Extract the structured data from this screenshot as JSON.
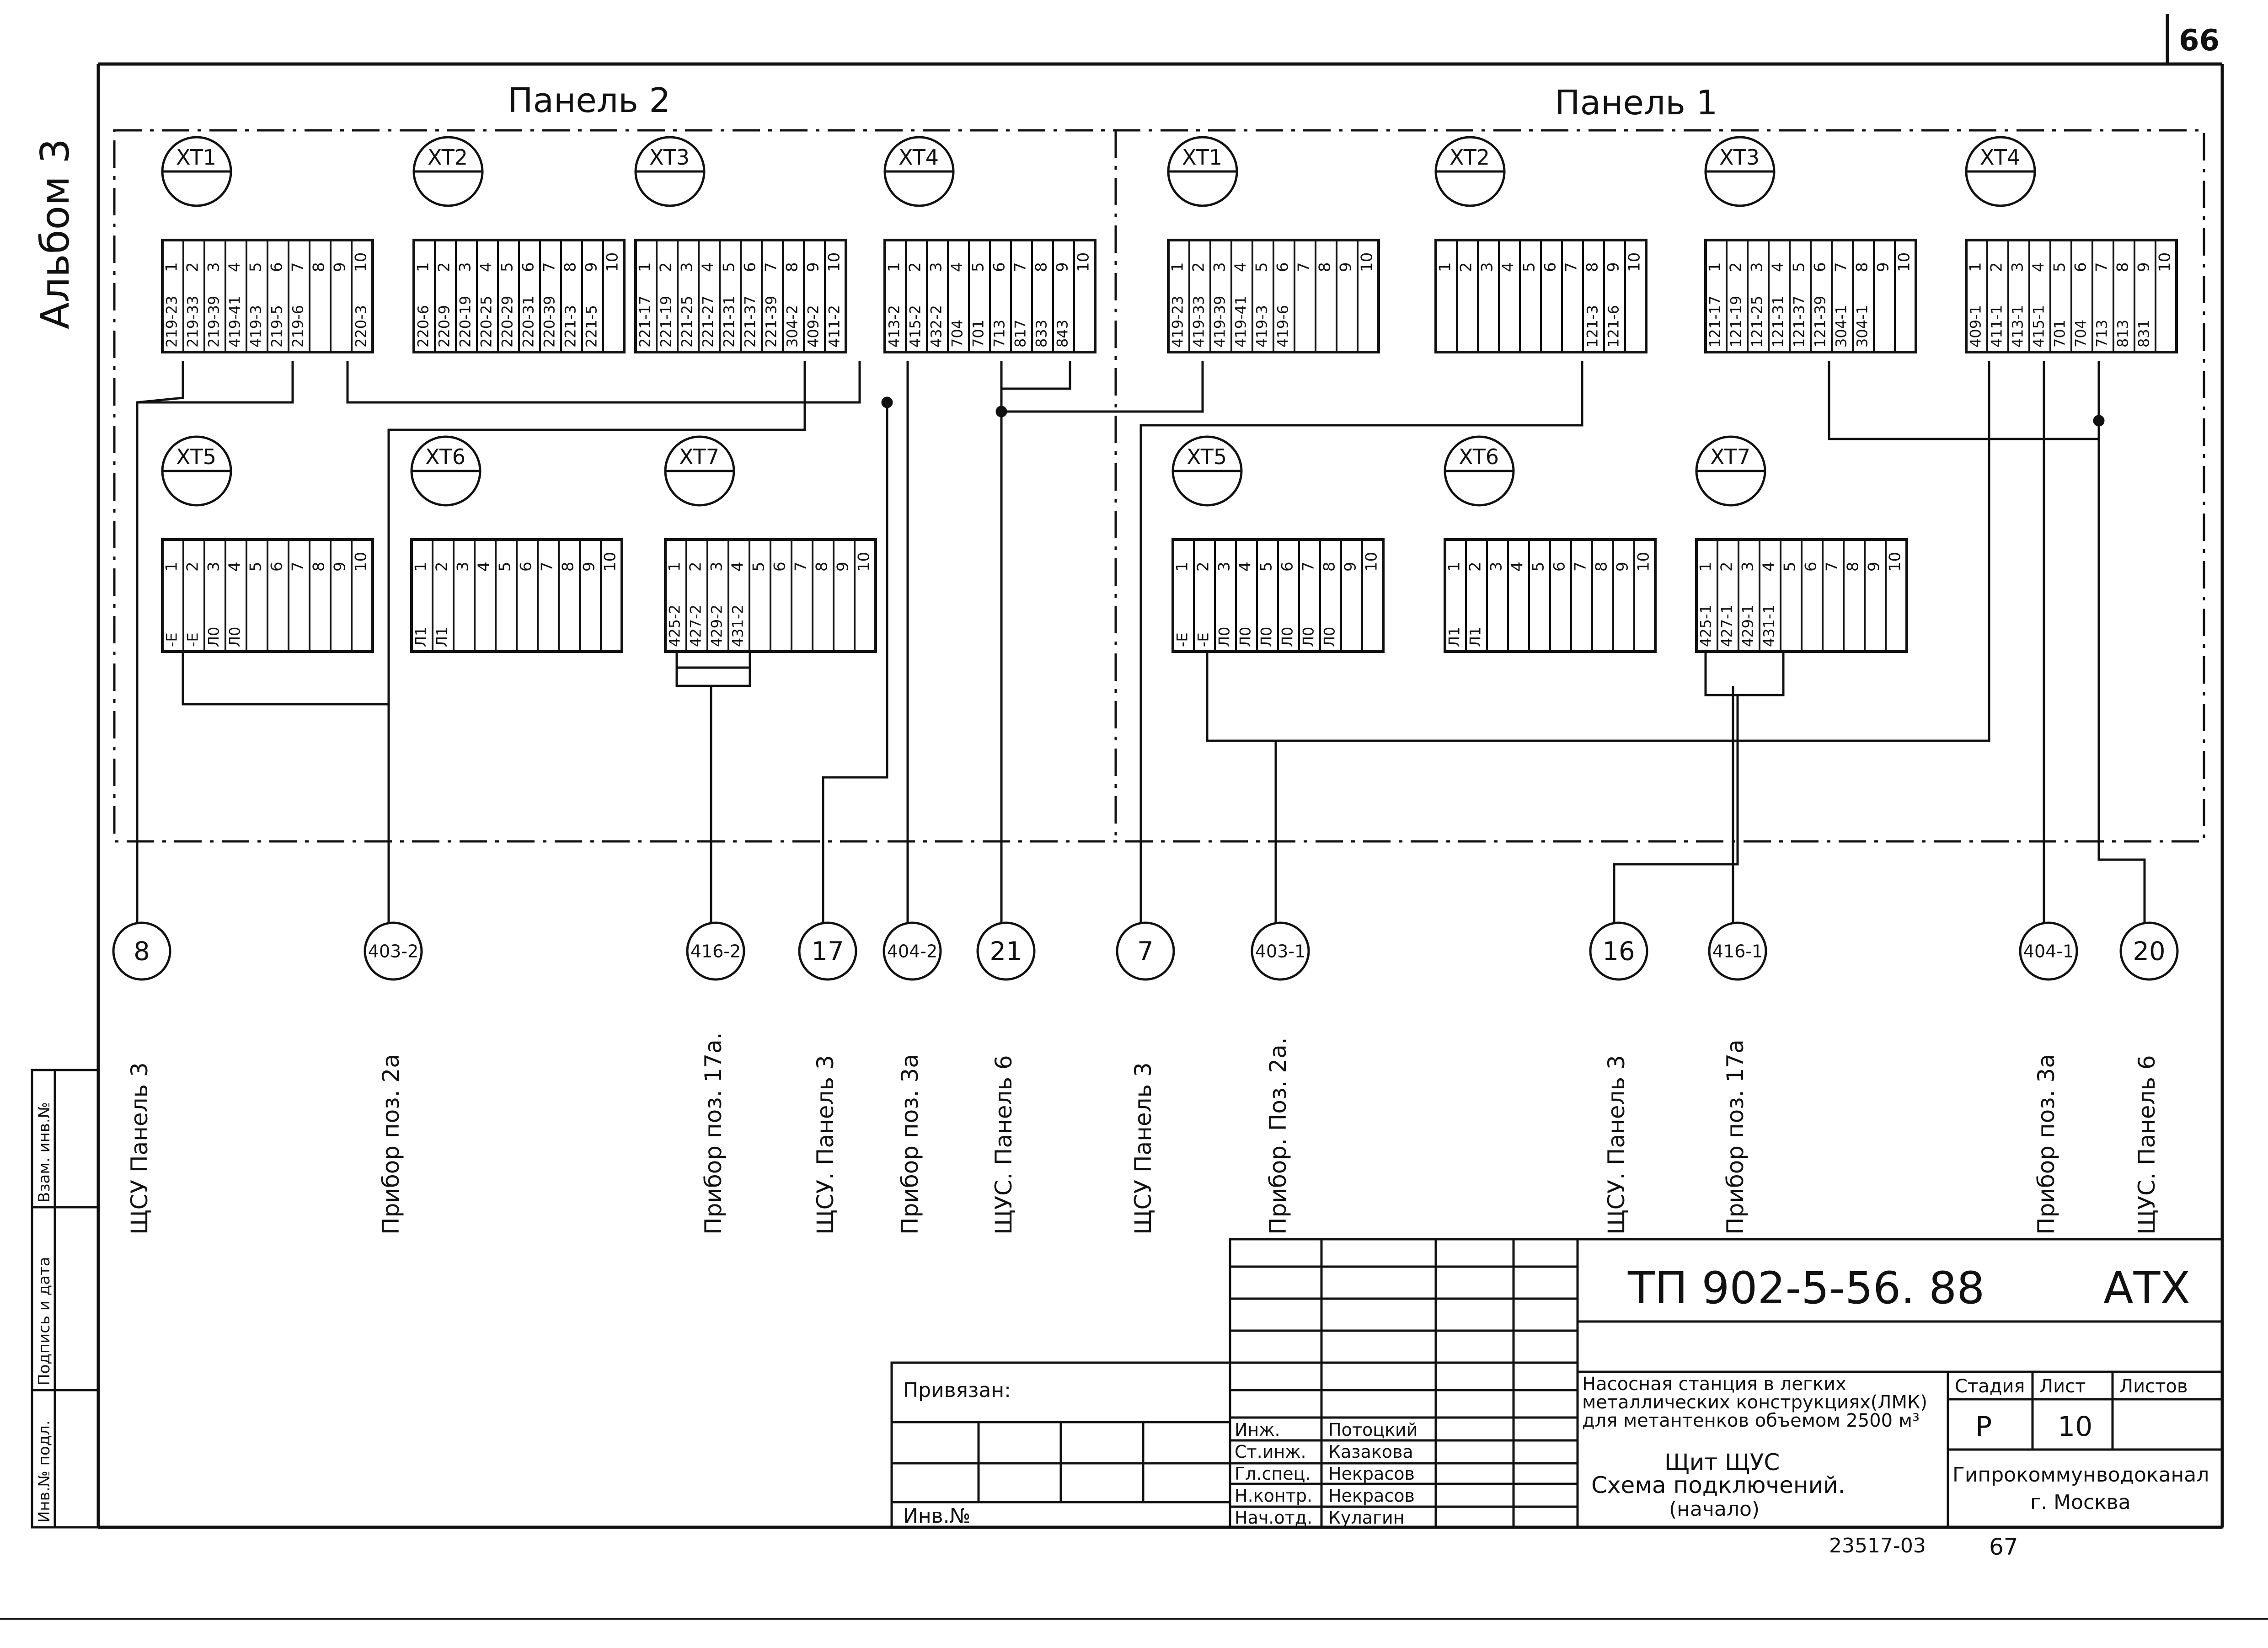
{
  "sheet": {
    "page_number": "66",
    "album": "Альбом 3",
    "panel_left_title": "Панель 2",
    "panel_right_title": "Панель 1"
  },
  "panel2": {
    "XT1": {
      "label": "XT1",
      "cols": [
        "1",
        "2",
        "3",
        "4",
        "5",
        "6",
        "7",
        "8",
        "9",
        "10"
      ],
      "wires": [
        "219-23",
        "219-33",
        "219-39",
        "419-41",
        "419-3",
        "219-5",
        "219-6",
        "",
        "",
        "220-3"
      ]
    },
    "XT2": {
      "label": "XT2",
      "cols": [
        "1",
        "2",
        "3",
        "4",
        "5",
        "6",
        "7",
        "8",
        "9",
        "10"
      ],
      "wires": [
        "220-6",
        "220-9",
        "220-19",
        "220-25",
        "220-29",
        "220-31",
        "220-39",
        "221-3",
        "221-5",
        ""
      ]
    },
    "XT3": {
      "label": "XT3",
      "cols": [
        "1",
        "2",
        "3",
        "4",
        "5",
        "6",
        "7",
        "8",
        "9",
        "10"
      ],
      "wires": [
        "221-17",
        "221-19",
        "221-25",
        "221-27",
        "221-31",
        "221-37",
        "221-39",
        "304-2",
        "409-2",
        "411-2"
      ]
    },
    "XT4": {
      "label": "XT4",
      "cols": [
        "1",
        "2",
        "3",
        "4",
        "5",
        "6",
        "7",
        "8",
        "9",
        "10"
      ],
      "wires": [
        "413-2",
        "415-2",
        "432-2",
        "704",
        "701",
        "713",
        "817",
        "833",
        "843",
        ""
      ]
    },
    "XT5": {
      "label": "XT5",
      "cols": [
        "1",
        "2",
        "3",
        "4",
        "5",
        "6",
        "7",
        "8",
        "9",
        "10"
      ],
      "wires": [
        "-E",
        "-E",
        "Л0",
        "Л0",
        "",
        "",
        "",
        "",
        "",
        ""
      ]
    },
    "XT6": {
      "label": "XT6",
      "cols": [
        "1",
        "2",
        "3",
        "4",
        "5",
        "6",
        "7",
        "8",
        "9",
        "10"
      ],
      "wires": [
        "Л1",
        "Л1",
        "",
        "",
        "",
        "",
        "",
        "",
        "",
        ""
      ]
    },
    "XT7": {
      "label": "XT7",
      "cols": [
        "1",
        "2",
        "3",
        "4",
        "5",
        "6",
        "7",
        "8",
        "9",
        "10"
      ],
      "wires": [
        "425-2",
        "427-2",
        "429-2",
        "431-2",
        "",
        "",
        "",
        "",
        "",
        ""
      ]
    }
  },
  "panel1": {
    "XT1": {
      "label": "XT1",
      "cols": [
        "1",
        "2",
        "3",
        "4",
        "5",
        "6",
        "7",
        "8",
        "9",
        "10"
      ],
      "wires": [
        "419-23",
        "419-33",
        "419-39",
        "419-41",
        "419-3",
        "419-6",
        "",
        "",
        "",
        ""
      ]
    },
    "XT2": {
      "label": "XT2",
      "cols": [
        "1",
        "2",
        "3",
        "4",
        "5",
        "6",
        "7",
        "8",
        "9",
        "10"
      ],
      "wires": [
        "",
        "",
        "",
        "",
        "",
        "",
        "",
        "121-3",
        "121-6",
        ""
      ]
    },
    "XT3": {
      "label": "XT3",
      "cols": [
        "1",
        "2",
        "3",
        "4",
        "5",
        "6",
        "7",
        "8",
        "9",
        "10"
      ],
      "wires": [
        "121-17",
        "121-19",
        "121-25",
        "121-31",
        "121-37",
        "121-39",
        "304-1",
        "304-1",
        "",
        ""
      ]
    },
    "XT4": {
      "label": "XT4",
      "cols": [
        "1",
        "2",
        "3",
        "4",
        "5",
        "6",
        "7",
        "8",
        "9",
        "10"
      ],
      "wires": [
        "409-1",
        "411-1",
        "413-1",
        "415-1",
        "701",
        "704",
        "713",
        "813",
        "831",
        ""
      ]
    },
    "XT5": {
      "label": "XT5",
      "cols": [
        "1",
        "2",
        "3",
        "4",
        "5",
        "6",
        "7",
        "8",
        "9",
        "10"
      ],
      "wires": [
        "-E",
        "-E",
        "Л0",
        "Л0",
        "Л0",
        "Л0",
        "Л0",
        "Л0",
        "",
        ""
      ]
    },
    "XT6": {
      "label": "XT6",
      "cols": [
        "1",
        "2",
        "3",
        "4",
        "5",
        "6",
        "7",
        "8",
        "9",
        "10"
      ],
      "wires": [
        "Л1",
        "Л1",
        "",
        "",
        "",
        "",
        "",
        "",
        "",
        ""
      ]
    },
    "XT7": {
      "label": "XT7",
      "cols": [
        "1",
        "2",
        "3",
        "4",
        "5",
        "6",
        "7",
        "8",
        "9",
        "10"
      ],
      "wires": [
        "425-1",
        "427-1",
        "429-1",
        "431-1",
        "",
        "",
        "",
        "",
        "",
        ""
      ]
    }
  },
  "cables": [
    {
      "num": "8",
      "dest": "ЩСУ  Панель 3"
    },
    {
      "num": "403-2",
      "dest": "Прибор  поз. 2а"
    },
    {
      "num": "416-2",
      "dest": "Прибор  поз. 17а."
    },
    {
      "num": "17",
      "dest": "ЩСУ.  Панель 3"
    },
    {
      "num": "404-2",
      "dest": "Прибор  поз. 3а"
    },
    {
      "num": "21",
      "dest": "ЩУС.  Панель 6"
    },
    {
      "num": "7",
      "dest": "ЩСУ  Панель 3"
    },
    {
      "num": "403-1",
      "dest": "Прибор.  Поз. 2а."
    },
    {
      "num": "16",
      "dest": "ЩСУ.  Панель 3"
    },
    {
      "num": "416-1",
      "dest": "Прибор  поз. 17а"
    },
    {
      "num": "404-1",
      "dest": "Прибор  поз. 3а"
    },
    {
      "num": "20",
      "dest": "ЩУС.  Панель 6"
    }
  ],
  "left_stamp": {
    "inv_orig": "Инв.№ подл.",
    "sign_date": "Подпись и дата",
    "replace_inv": "Взам. инв.№"
  },
  "title_block": {
    "code": "ТП  902-5-56. 88",
    "mark": "АТХ",
    "privyazan": "Привязан:",
    "inv_no": "Инв.№",
    "project_title": [
      "Насосная станция в легких",
      "металлических конструкциях(ЛМК)",
      "для метантенков объемом 2500 м³"
    ],
    "sheet_title": [
      "Щит ЩУС",
      "Схема подключений.",
      "(начало)"
    ],
    "stage_header": "Стадия",
    "sheet_header": "Лист",
    "sheets_header": "Листов",
    "stage": "Р",
    "sheet_no": "10",
    "org": [
      "Гипрокоммунводоканал",
      "г. Москва"
    ],
    "roles": [
      {
        "role": "Инж.",
        "name": "Потоцкий"
      },
      {
        "role": "Ст.инж.",
        "name": "Казакова"
      },
      {
        "role": "Гл.спец.",
        "name": "Некрасов"
      },
      {
        "role": "Н.контр.",
        "name": "Некрасов"
      },
      {
        "role": "Нач.отд.",
        "name": "Кулагин"
      }
    ],
    "footer_code": "23517-03",
    "footer_num": "67"
  }
}
